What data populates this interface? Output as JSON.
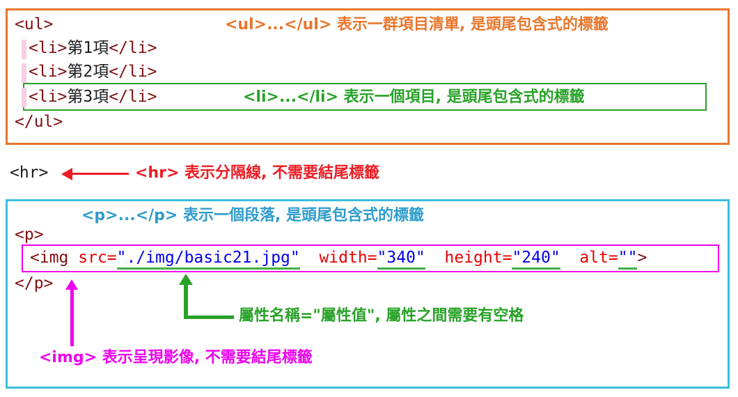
{
  "colors": {
    "orange": "#e8762c",
    "green": "#28a228",
    "underline_green": "#3fae3f",
    "red": "#ed1c24",
    "cyan_border": "#3bbedd",
    "cyan_text": "#2e9ccb",
    "magenta": "#ee00ee",
    "tag_maroon": "#7f1010",
    "attr_red": "#e60000",
    "value_blue": "#0000ee"
  },
  "ul_section": {
    "line_ul_open": [
      {
        "t": "<ul>",
        "c": "tag"
      }
    ],
    "line_li_1": [
      {
        "t": "<li>",
        "c": "tag"
      },
      {
        "t": "第1項",
        "c": "txt"
      },
      {
        "t": "</li>",
        "c": "tag"
      }
    ],
    "line_li_2": [
      {
        "t": "<li>",
        "c": "tag"
      },
      {
        "t": "第2項",
        "c": "txt"
      },
      {
        "t": "</li>",
        "c": "tag"
      }
    ],
    "line_li_3": [
      {
        "t": "<li>",
        "c": "tag"
      },
      {
        "t": "第3項",
        "c": "txt"
      },
      {
        "t": "</li>",
        "c": "tag"
      }
    ],
    "line_ul_close": [
      {
        "t": "</ul>",
        "c": "tag"
      }
    ],
    "ul_annotation": "<ul>...</ul> 表示一群項目清單, 是頭尾包含式的標籤",
    "li_annotation": "<li>...</li> 表示一個項目, 是頭尾包含式的標籤"
  },
  "hr_section": {
    "code": [
      {
        "t": "<hr>",
        "c": "txt"
      }
    ],
    "annotation": "<hr> 表示分隔線, 不需要結尾標籤"
  },
  "p_section": {
    "p_annotation": "<p>...</p> 表示一個段落, 是頭尾包含式的標籤",
    "line_p_open": [
      {
        "t": "<p>",
        "c": "tag"
      }
    ],
    "line_img": [
      {
        "t": "<img ",
        "c": "tag"
      },
      {
        "t": "src=",
        "c": "attr"
      },
      {
        "t": "\"./img/basic21.jpg\"",
        "c": "val",
        "u": true
      },
      {
        "t": "  ",
        "c": "txt"
      },
      {
        "t": "width=",
        "c": "attr"
      },
      {
        "t": "\"340\"",
        "c": "val",
        "u": true
      },
      {
        "t": "  ",
        "c": "txt"
      },
      {
        "t": "height=",
        "c": "attr"
      },
      {
        "t": "\"240\"",
        "c": "val",
        "u": true
      },
      {
        "t": "  ",
        "c": "txt"
      },
      {
        "t": "alt=",
        "c": "attr"
      },
      {
        "t": "\"\"",
        "c": "val",
        "u": true
      },
      {
        "t": ">",
        "c": "tag"
      }
    ],
    "line_p_close": [
      {
        "t": "</p>",
        "c": "tag"
      }
    ],
    "attr_annotation": "屬性名稱=\"屬性值\", 屬性之間需要有空格",
    "img_annotation": "<img> 表示呈現影像, 不需要結尾標籤"
  }
}
